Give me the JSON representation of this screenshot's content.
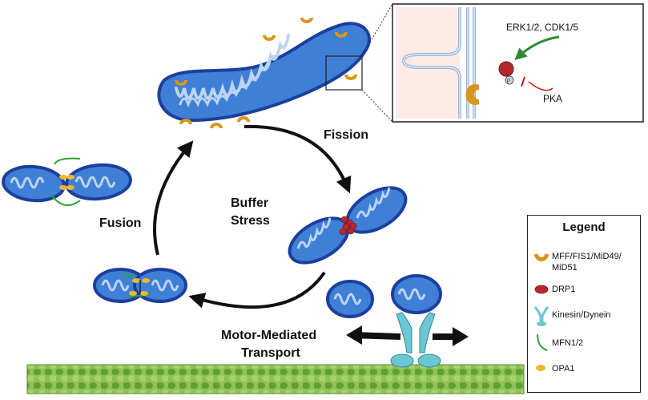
{
  "labels": {
    "fission": "Fission",
    "fusion": "Fusion",
    "buffer_stress_line1": "Buffer",
    "buffer_stress_line2": "Stress",
    "transport_line1": "Motor-Mediated",
    "transport_line2": "Transport"
  },
  "inset": {
    "kinase_label": "ERK1/2, CDK1/5",
    "pka_label": "PKA",
    "phospho_label": "P"
  },
  "legend": {
    "title": "Legend",
    "items": [
      {
        "icon": "receptor-icon",
        "line1": "MFF/FIS1/MiD49/",
        "line2": "MiD51"
      },
      {
        "icon": "drp1-icon",
        "line1": "DRP1",
        "line2": ""
      },
      {
        "icon": "motor-icon",
        "line1": "Kinesin/Dynein",
        "line2": ""
      },
      {
        "icon": "mfn-icon",
        "line1": "MFN1/2",
        "line2": ""
      },
      {
        "icon": "opa1-icon",
        "line1": "OPA1",
        "line2": ""
      }
    ]
  },
  "colors": {
    "mito_fill": "#3f7fd6",
    "mito_outline": "#1c3f9e",
    "cristae": "#bcd4f3",
    "receptor": "#d9961e",
    "drp1": "#b5282e",
    "motor": "#6cc6d3",
    "mfn": "#2fa02f",
    "opa1": "#f2b630",
    "activation_arrow": "#2f8a2f",
    "inhibition": "#cc2020",
    "microtubule": "#6cae3b"
  }
}
